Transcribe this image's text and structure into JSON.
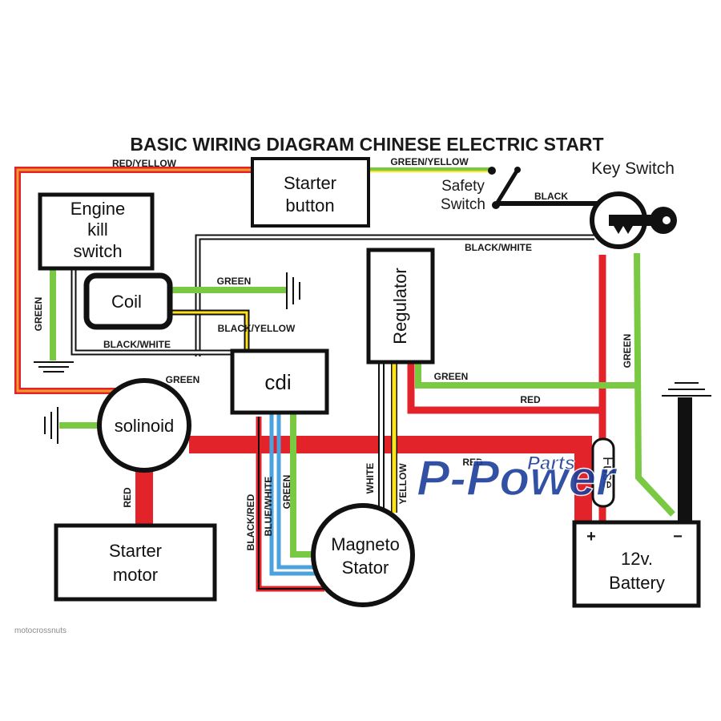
{
  "title": "BASIC WIRING DIAGRAM CHINESE ELECTRIC START",
  "credit": "motocrossnuts",
  "watermark": {
    "main": "P-Power",
    "small": "Parts"
  },
  "components": {
    "starter_button": [
      "Starter",
      "button"
    ],
    "engine_kill_switch": [
      "Engine",
      "kill",
      "switch"
    ],
    "coil": "Coil",
    "cdi": "cdi",
    "regulator": "Regulator",
    "solenoid": "solinoid",
    "starter_motor": [
      "Starter",
      "motor"
    ],
    "magneto_stator": [
      "Magneto",
      "Stator"
    ],
    "battery": [
      "12v.",
      "Battery"
    ],
    "fuse": "Fuse",
    "key_switch": "Key Switch",
    "safety_switch": [
      "Safety",
      "Switch"
    ]
  },
  "battery_terminals": {
    "positive": "+",
    "negative": "−"
  },
  "wires": {
    "red_yellow": "RED/YELLOW",
    "green_yellow": "GREEN/YELLOW",
    "black": "BLACK",
    "black_white_top": "BLACK/WHITE",
    "green_coil": "GREEN",
    "black_yellow": "BLACK/YELLOW",
    "green_kill": "GREEN",
    "black_white_bottom": "BLACK/WHITE",
    "green_solenoid": "GREEN",
    "green_regulator": "GREEN",
    "red_regulator": "RED",
    "green_key": "GREEN",
    "red_solenoid": "RED",
    "red_main": "RED",
    "black_red": "BLACK/RED",
    "blue_white": "BLUE/WHITE",
    "green_stator": "GREEN",
    "white": "WHITE",
    "yellow": "YELLOW"
  },
  "colors": {
    "red": "#e2232a",
    "green": "#7ac943",
    "yellow": "#ffe21a",
    "blue": "#4aa3df",
    "orange": "#f39a2c",
    "black": "#111111",
    "watermark": "#1d3f9b"
  }
}
